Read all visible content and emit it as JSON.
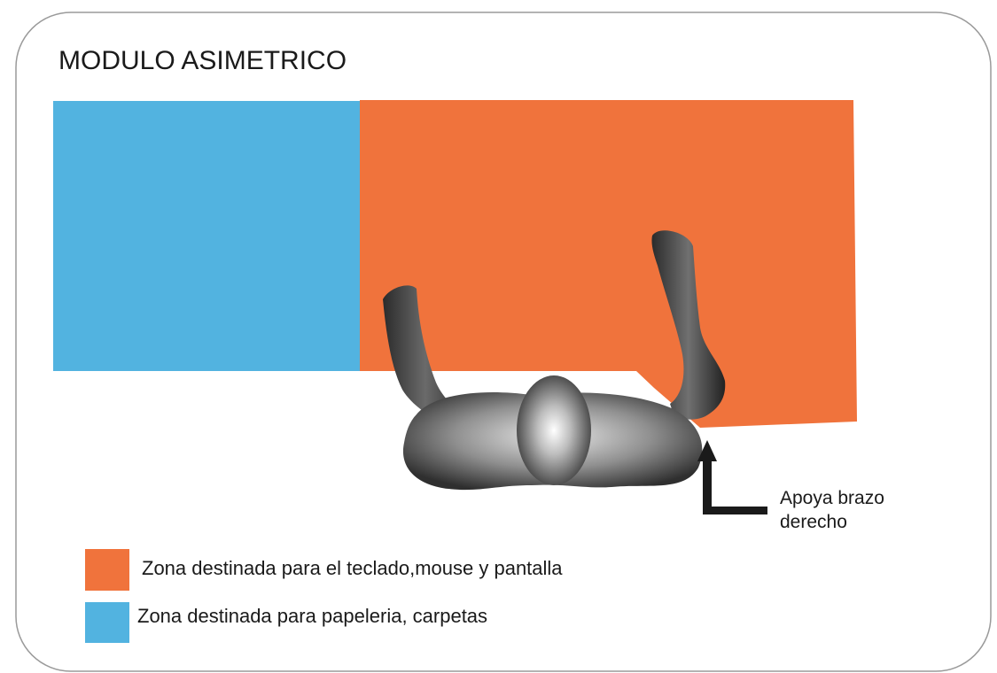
{
  "title": "MODULO ASIMETRICO",
  "colors": {
    "keyboard_zone": "#F0733C",
    "paper_zone": "#52B3E0",
    "arrow": "#1a1a1a",
    "figure": "#555555"
  },
  "callout": {
    "line1": "Apoya brazo",
    "line2": "derecho"
  },
  "legend": [
    {
      "label": "Zona destinada para el teclado,mouse y pantalla",
      "color": "#F0733C"
    },
    {
      "label": "Zona destinada para papeleria, carpetas",
      "color": "#52B3E0"
    }
  ],
  "icons": {
    "figure": "person-top-view-icon",
    "arrow": "elbow-arrow-icon"
  }
}
